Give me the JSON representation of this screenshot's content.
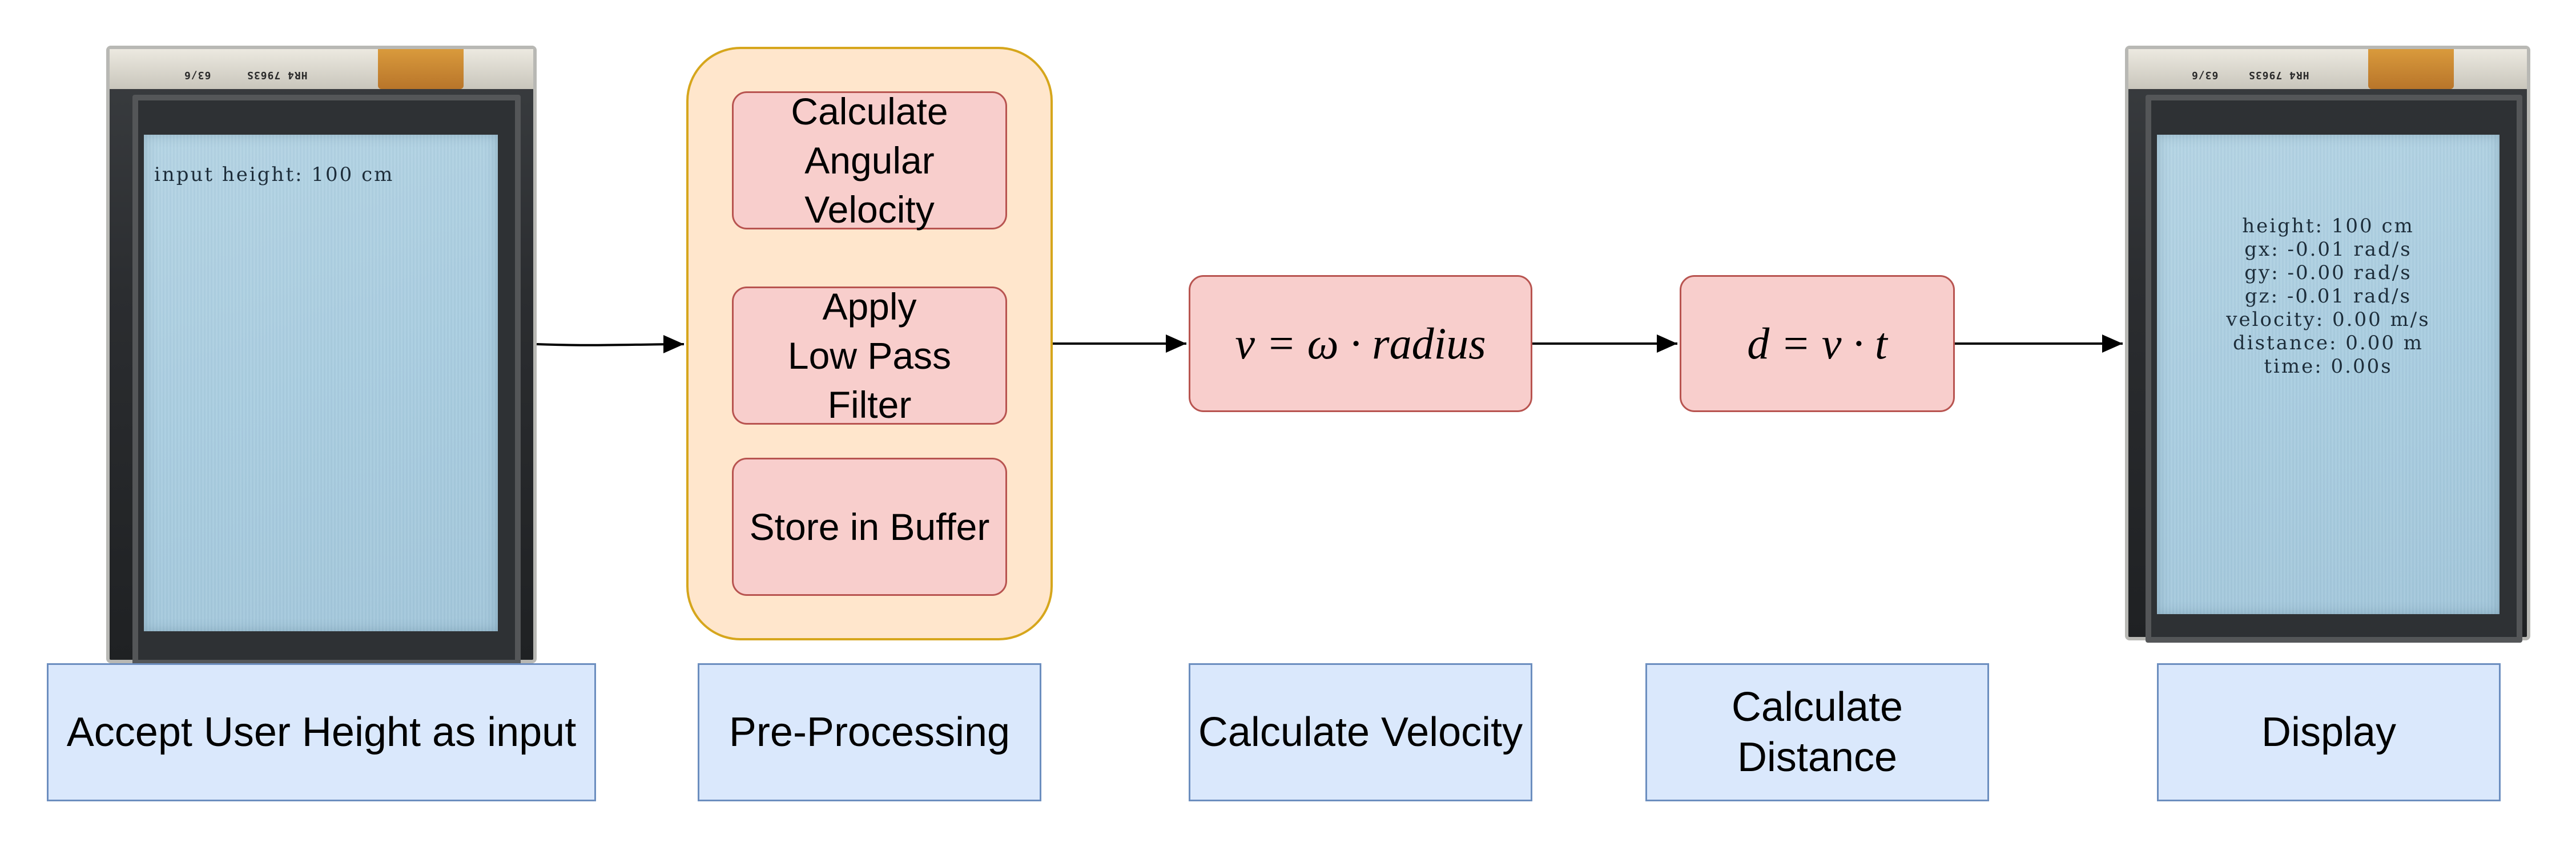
{
  "left_device": {
    "silk_labels": [
      "HR4 7963S",
      "63/6"
    ],
    "screen_text": "input height: 100 cm"
  },
  "preprocessing": {
    "steps": [
      {
        "label": "Calculate Angular Velocity"
      },
      {
        "label": "Apply Low Pass Filter"
      },
      {
        "label": "Store in Buffer"
      }
    ]
  },
  "velocity_formula": "v = ω · radius",
  "distance_formula": "d = v · t",
  "right_device": {
    "silk_labels": [
      "HR4 7963S",
      "63/6"
    ],
    "screen_lines": [
      "height: 100 cm",
      "gx: -0.01 rad/s",
      "gy: -0.00 rad/s",
      "gz: -0.01 rad/s",
      "velocity: 0.00 m/s",
      "distance: 0.00 m",
      "time: 0.00s"
    ]
  },
  "stage_labels": [
    "Accept User Height as input",
    "Pre-Processing",
    "Calculate Velocity",
    "Calculate Distance",
    "Display"
  ],
  "colors": {
    "process_fill": "#f8cecc",
    "process_stroke": "#b85450",
    "container_fill": "#ffe6cc",
    "container_stroke": "#d6a61c",
    "label_fill": "#dae8fc",
    "label_stroke": "#6c8ebf"
  }
}
